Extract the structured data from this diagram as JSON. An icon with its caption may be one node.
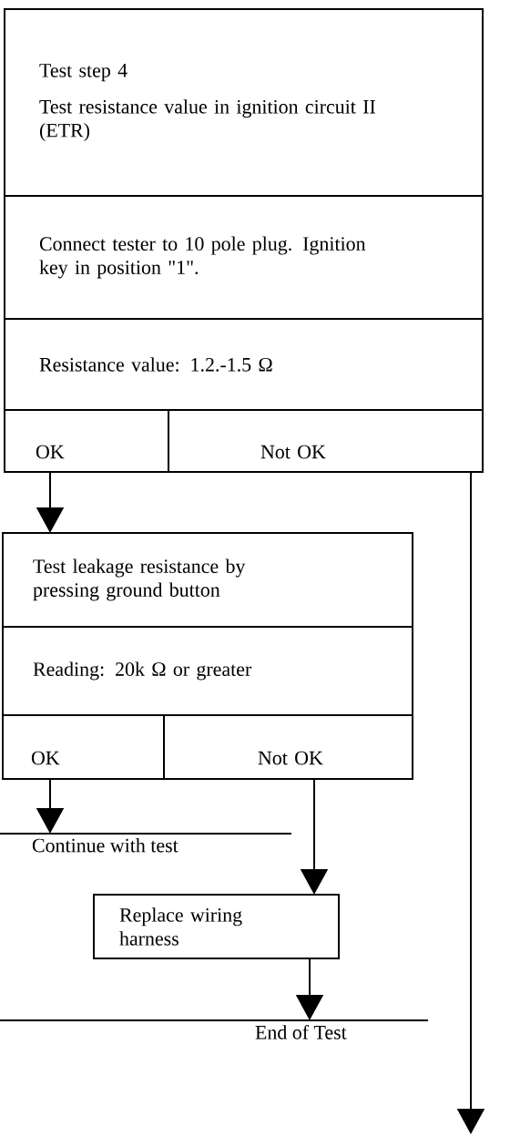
{
  "diagram": {
    "nodes": [
      {
        "text": [
          "Test step 4",
          "Test resistance value in ignition circuit II (ETR)"
        ]
      },
      {
        "text": [
          "Connect tester to 10 pole plug. Ignition key in position \"1\"."
        ]
      },
      {
        "text": [
          "Resistance value:  1.2.-1.5 Ω"
        ]
      },
      {
        "text": [
          "OK"
        ]
      },
      {
        "text": [
          "Not OK"
        ]
      },
      {
        "text": [
          "Test leakage resistance by pressing ground button"
        ]
      },
      {
        "text": [
          "Reading:  20k Ω  or greater"
        ]
      },
      {
        "text": [
          "OK"
        ]
      },
      {
        "text": [
          "Not OK"
        ]
      },
      {
        "text": [
          "Continue with test"
        ]
      },
      {
        "text": [
          "Replace wiring harness"
        ]
      },
      {
        "text": [
          "End of Test"
        ]
      }
    ],
    "edges": [
      {
        "from": 3,
        "to": 5,
        "arrow": "to"
      },
      {
        "from": 4,
        "to": null,
        "arrow": "to"
      },
      {
        "from": 7,
        "to": 9,
        "arrow": "to"
      },
      {
        "from": 8,
        "to": 10,
        "arrow": "to"
      },
      {
        "from": 10,
        "to": 11,
        "arrow": "to"
      }
    ]
  }
}
